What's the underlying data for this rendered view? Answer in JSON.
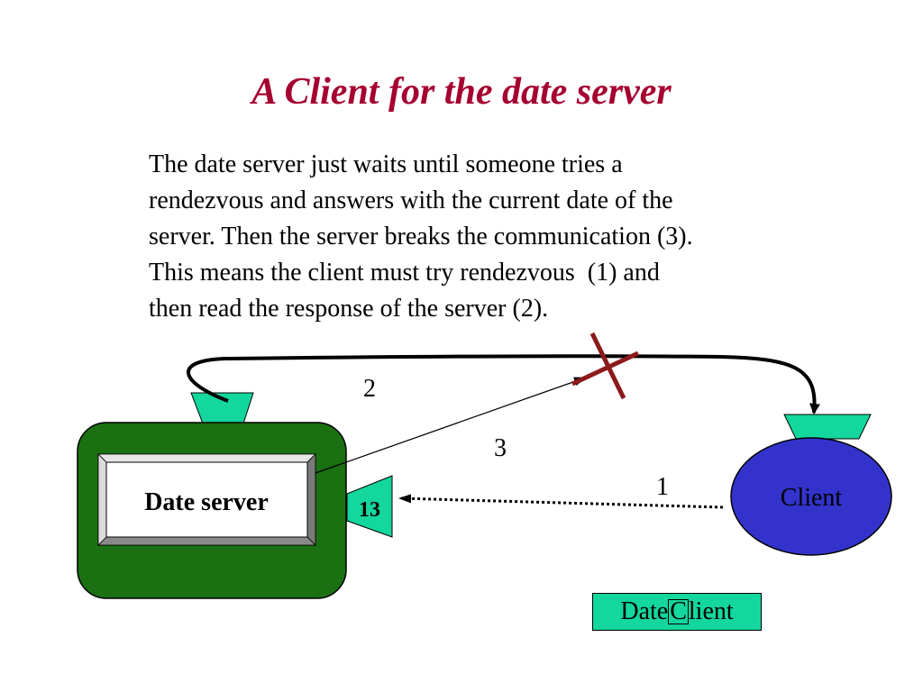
{
  "title": "A Client for the date server",
  "paragraph_lines": [
    "The date server just waits until someone tries a",
    "rendezvous and answers with the current date of the",
    "server. Then the server breaks the communication (3).",
    "This means the client must try rendezvous  (1) and",
    "then read the response of the server (2)."
  ],
  "diagram": {
    "server_label": "Date server",
    "port_label": "13",
    "client_label": "Client",
    "step_1": "1",
    "step_2": "2",
    "step_3": "3"
  },
  "button": {
    "label_before": "Date",
    "label_glyph": "C",
    "label_after": "lient"
  },
  "colors": {
    "title": "#a50030",
    "server_outer": "#1b7012",
    "server_inner": "#ffffff",
    "port": "#13d79c",
    "client": "#3333cc",
    "cross": "#8b1a1a",
    "button": "#13d79c"
  }
}
